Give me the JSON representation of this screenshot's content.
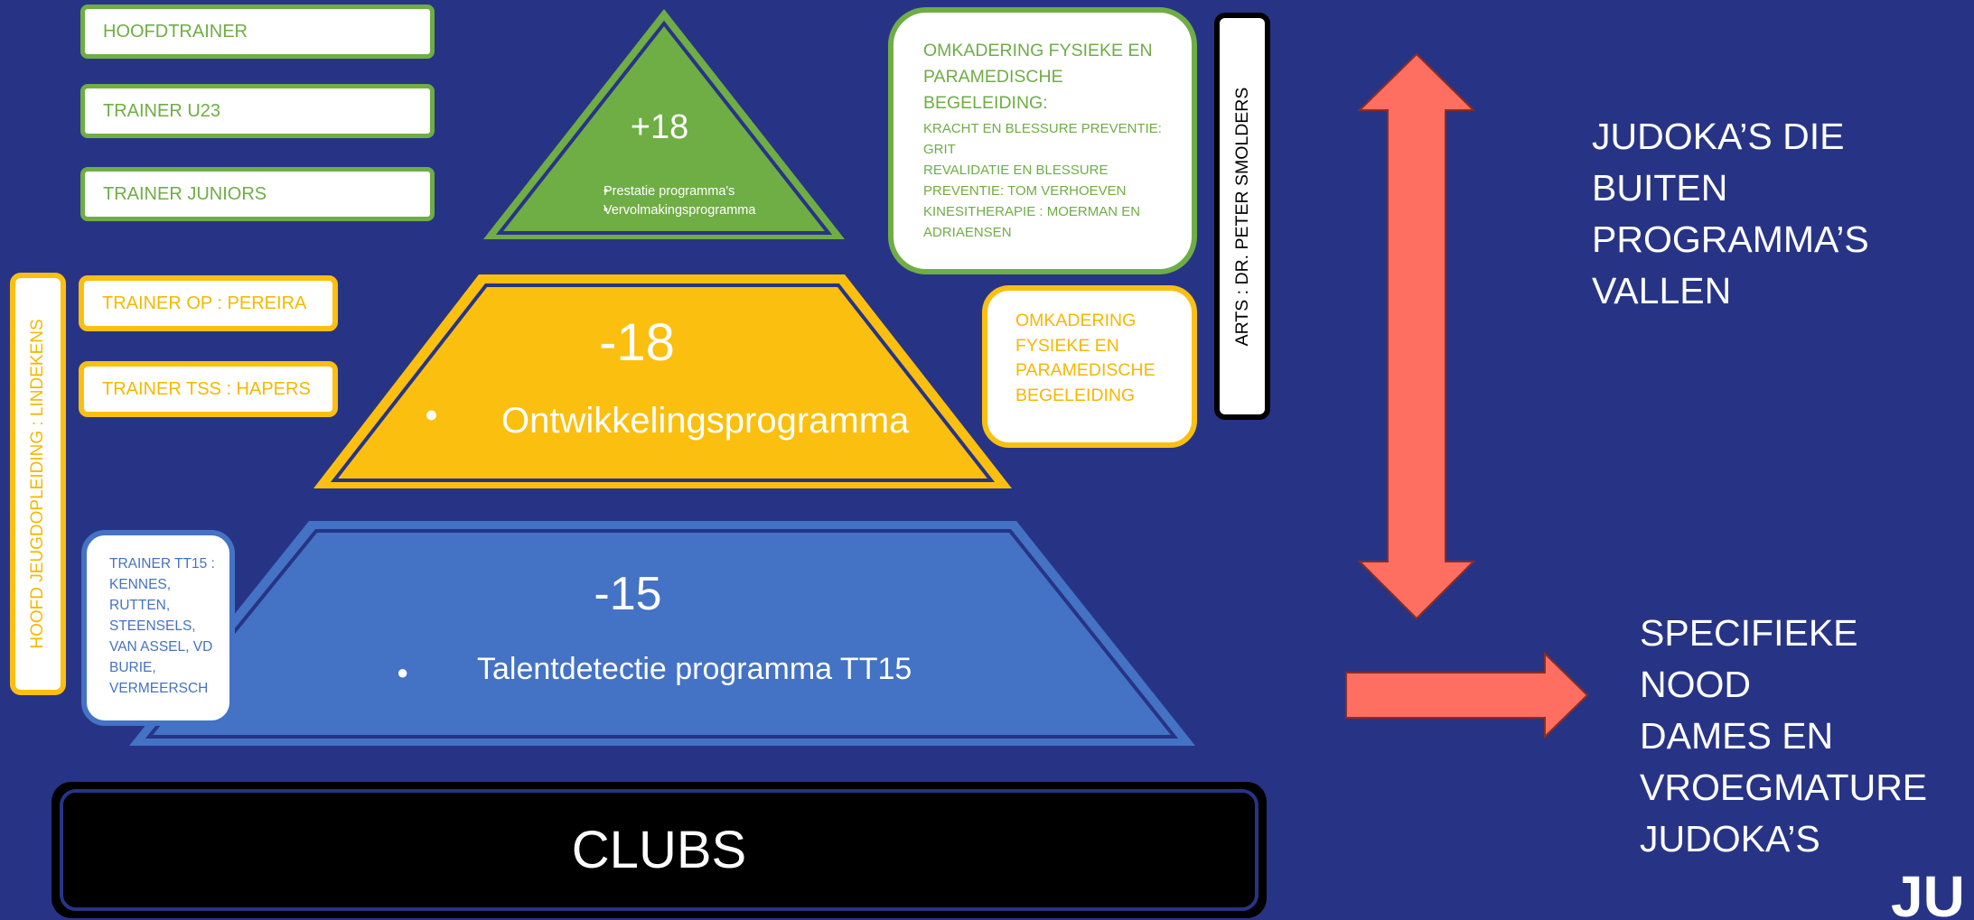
{
  "trainers_top": {
    "hoofdtrainer": "HOOFDTRAINER",
    "u23": "TRAINER U23",
    "juniors": "TRAINER JUNIORS"
  },
  "trainers_mid": {
    "op": "TRAINER OP : PEREIRA",
    "tss": "TRAINER TSS : HAPERS"
  },
  "hoofd_jeugdopleiding": "HOOFD JEUGDOPLEIDING :  LINDEKENS",
  "tt15_trainers": [
    "TRAINER TT15 :",
    "KENNES,",
    "RUTTEN,",
    "STEENSELS,",
    "VAN ASSEL, VD",
    "BURIE,",
    "VERMEERSCH"
  ],
  "pyramid": {
    "top": {
      "label": "+18",
      "items": [
        "Prestatie programma's",
        "Vervolmakingsprogramma"
      ]
    },
    "middle": {
      "label": "-18",
      "item": "Ontwikkelingsprogramma"
    },
    "bottom": {
      "label": "-15",
      "item": "Talentdetectie programma TT15"
    }
  },
  "clubs": "CLUBS",
  "omkadering_green": {
    "heading": [
      "OMKADERING FYSIEKE EN",
      "PARAMEDISCHE",
      "BEGELEIDING:"
    ],
    "lines": [
      "KRACHT EN BLESSURE PREVENTIE:",
      "GRIT",
      "REVALIDATIE EN BLESSURE",
      "PREVENTIE: TOM VERHOEVEN",
      "KINESITHERAPIE : MOERMAN EN",
      "ADRIAENSEN"
    ]
  },
  "omkadering_yellow": [
    "OMKADERING",
    "FYSIEKE EN",
    "PARAMEDISCHE",
    "BEGELEIDING"
  ],
  "arts": "ARTS :  DR. PETER SMOLDERS",
  "right_text_top": [
    "JUDOKA’S DIE",
    "BUITEN",
    "PROGRAMMA’S",
    "VALLEN"
  ],
  "right_text_bottom": [
    "SPECIFIEKE NOOD",
    "DAMES EN",
    "VROEGMATURE",
    "JUDOKA’S"
  ],
  "corner_logo": "JU",
  "colors": {
    "background": "#273486",
    "green": "#6fad45",
    "yellow": "#fbbf10",
    "blue": "#4472c4",
    "arrow": "#ff6f61",
    "black": "#000000"
  }
}
